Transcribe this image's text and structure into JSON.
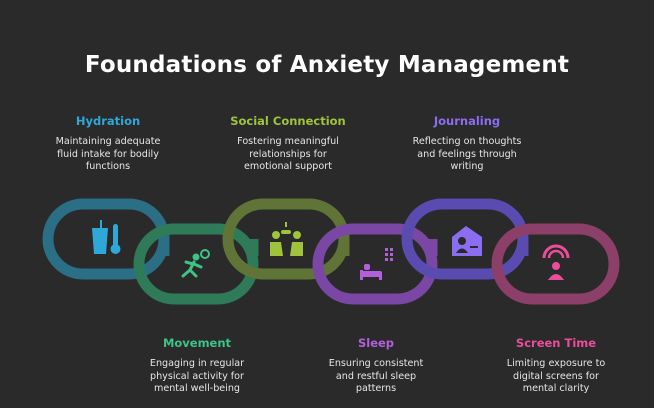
{
  "title": "Foundations of Anxiety Management",
  "steps": [
    {
      "label": "Hydration",
      "desc": [
        "Maintaining adequate",
        "fluid intake for bodily",
        "functions"
      ],
      "color": "#2ea8d8",
      "ring": "#2b6f86",
      "icon": "drink-thermometer-icon"
    },
    {
      "label": "Movement",
      "desc": [
        "Engaging in regular",
        "physical activity for",
        "mental well-being"
      ],
      "color": "#3cc487",
      "ring": "#2f7a58",
      "icon": "running-person-icon"
    },
    {
      "label": "Social Connection",
      "desc": [
        "Fostering meaningful",
        "relationships for",
        "emotional support"
      ],
      "color": "#9fc33b",
      "ring": "#5f7436",
      "icon": "high-five-icon"
    },
    {
      "label": "Sleep",
      "desc": [
        "Ensuring consistent",
        "and restful sleep",
        "patterns"
      ],
      "color": "#b25fdc",
      "ring": "#7a47a4",
      "icon": "bed-icon"
    },
    {
      "label": "Journaling",
      "desc": [
        "Reflecting on thoughts",
        "and feelings through",
        "writing"
      ],
      "color": "#8b6df2",
      "ring": "#5a4bb0",
      "icon": "journal-icon"
    },
    {
      "label": "Screen Time",
      "desc": [
        "Limiting exposure to",
        "digital screens for",
        "mental clarity"
      ],
      "color": "#ec4d9a",
      "ring": "#8c3f68",
      "icon": "screen-person-icon"
    }
  ]
}
